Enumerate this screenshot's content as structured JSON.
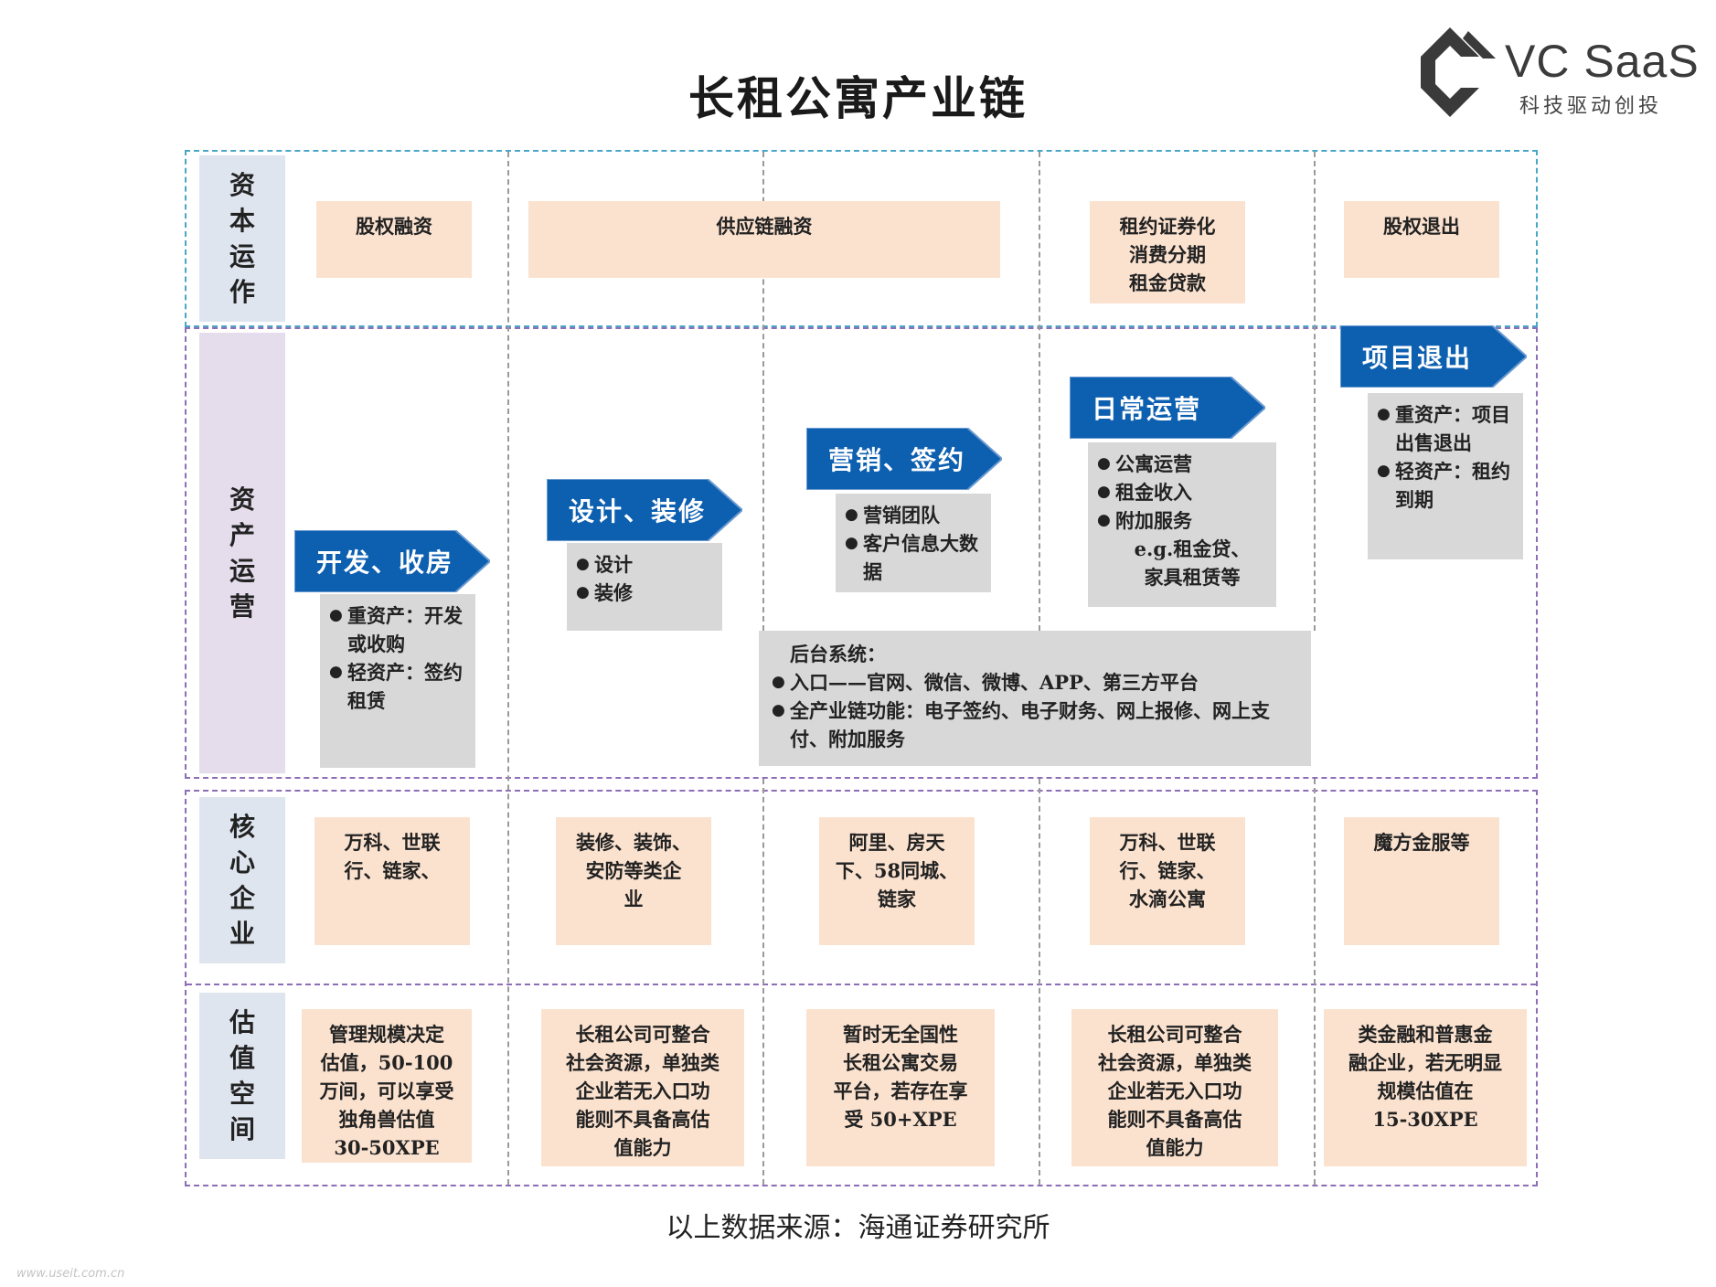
{
  "title": "长租公寓产业链",
  "logo": {
    "brand": "VC SaaS",
    "tagline": "科技驱动创投"
  },
  "rows": {
    "capital": {
      "label": "资本运作",
      "colors": {
        "label_bg": "#dfe5ef",
        "border": "#4aa6c8"
      }
    },
    "asset": {
      "label": "资产运营",
      "colors": {
        "label_bg": "#e5dcec",
        "border": "#8e6db8"
      }
    },
    "core": {
      "label": "核心企业"
    },
    "valuation": {
      "label": "估值空间"
    }
  },
  "capital_boxes": [
    {
      "lines": [
        "股权融资"
      ]
    },
    {
      "lines": [
        "供应链融资"
      ]
    },
    {
      "lines": [
        "租约证券化",
        "消费分期",
        "租金贷款"
      ]
    },
    {
      "lines": [
        "股权退出"
      ]
    }
  ],
  "stages": [
    {
      "label": "开发、收房",
      "items": [
        "重资产：开发或收购",
        "轻资产：签约租赁"
      ]
    },
    {
      "label": "设计、装修",
      "items": [
        "设计",
        "装修"
      ]
    },
    {
      "label": "营销、签约",
      "items": [
        "营销团队",
        "客户信息大数据"
      ]
    },
    {
      "label": "日常运营",
      "items": [
        "公寓运营",
        "租金收入",
        "附加服务"
      ],
      "note": [
        "e.g.租金贷、",
        "家具租赁等"
      ]
    },
    {
      "label": "项目退出",
      "items": [
        "重资产：项目出售退出",
        "轻资产：租约到期"
      ]
    }
  ],
  "backend": {
    "heading": "后台系统：",
    "items": [
      "入口——官网、微信、微博、APP、第三方平台",
      "全产业链功能：电子签约、电子财务、网上报修、网上支付、附加服务"
    ]
  },
  "core_companies": [
    {
      "lines": [
        "万科、世联",
        "行、链家、"
      ]
    },
    {
      "lines": [
        "装修、装饰、",
        "安防等类企",
        "业"
      ]
    },
    {
      "lines": [
        "阿里、房天",
        "下、58同城、",
        "链家"
      ]
    },
    {
      "lines": [
        "万科、世联",
        "行、链家、",
        "水滴公寓"
      ]
    },
    {
      "lines": [
        "魔方金服等"
      ]
    }
  ],
  "valuations": [
    {
      "lines": [
        "管理规模决定",
        "估值，50-100",
        "万间，可以享受",
        "独角兽估值",
        "30-50XPE"
      ]
    },
    {
      "lines": [
        "长租公司可整合",
        "社会资源，单独类",
        "企业若无入口功",
        "能则不具备高估",
        "值能力"
      ]
    },
    {
      "lines": [
        "暂时无全国性",
        "长租公寓交易",
        "平台，若存在享",
        "受 50+XPE"
      ]
    },
    {
      "lines": [
        "长租公司可整合",
        "社会资源，单独类",
        "企业若无入口功",
        "能则不具备高估",
        "值能力"
      ]
    },
    {
      "lines": [
        "类金融和普惠金",
        "融企业，若无明显",
        "规模估值在",
        "15-30XPE"
      ]
    }
  ],
  "colors": {
    "arrow_blue": "#0d5fb0",
    "peach": "#fbe2cf",
    "grey_box": "#d8d8d8"
  },
  "source": "以上数据来源：海通证券研究所",
  "watermark": "www.useit.com.cn"
}
